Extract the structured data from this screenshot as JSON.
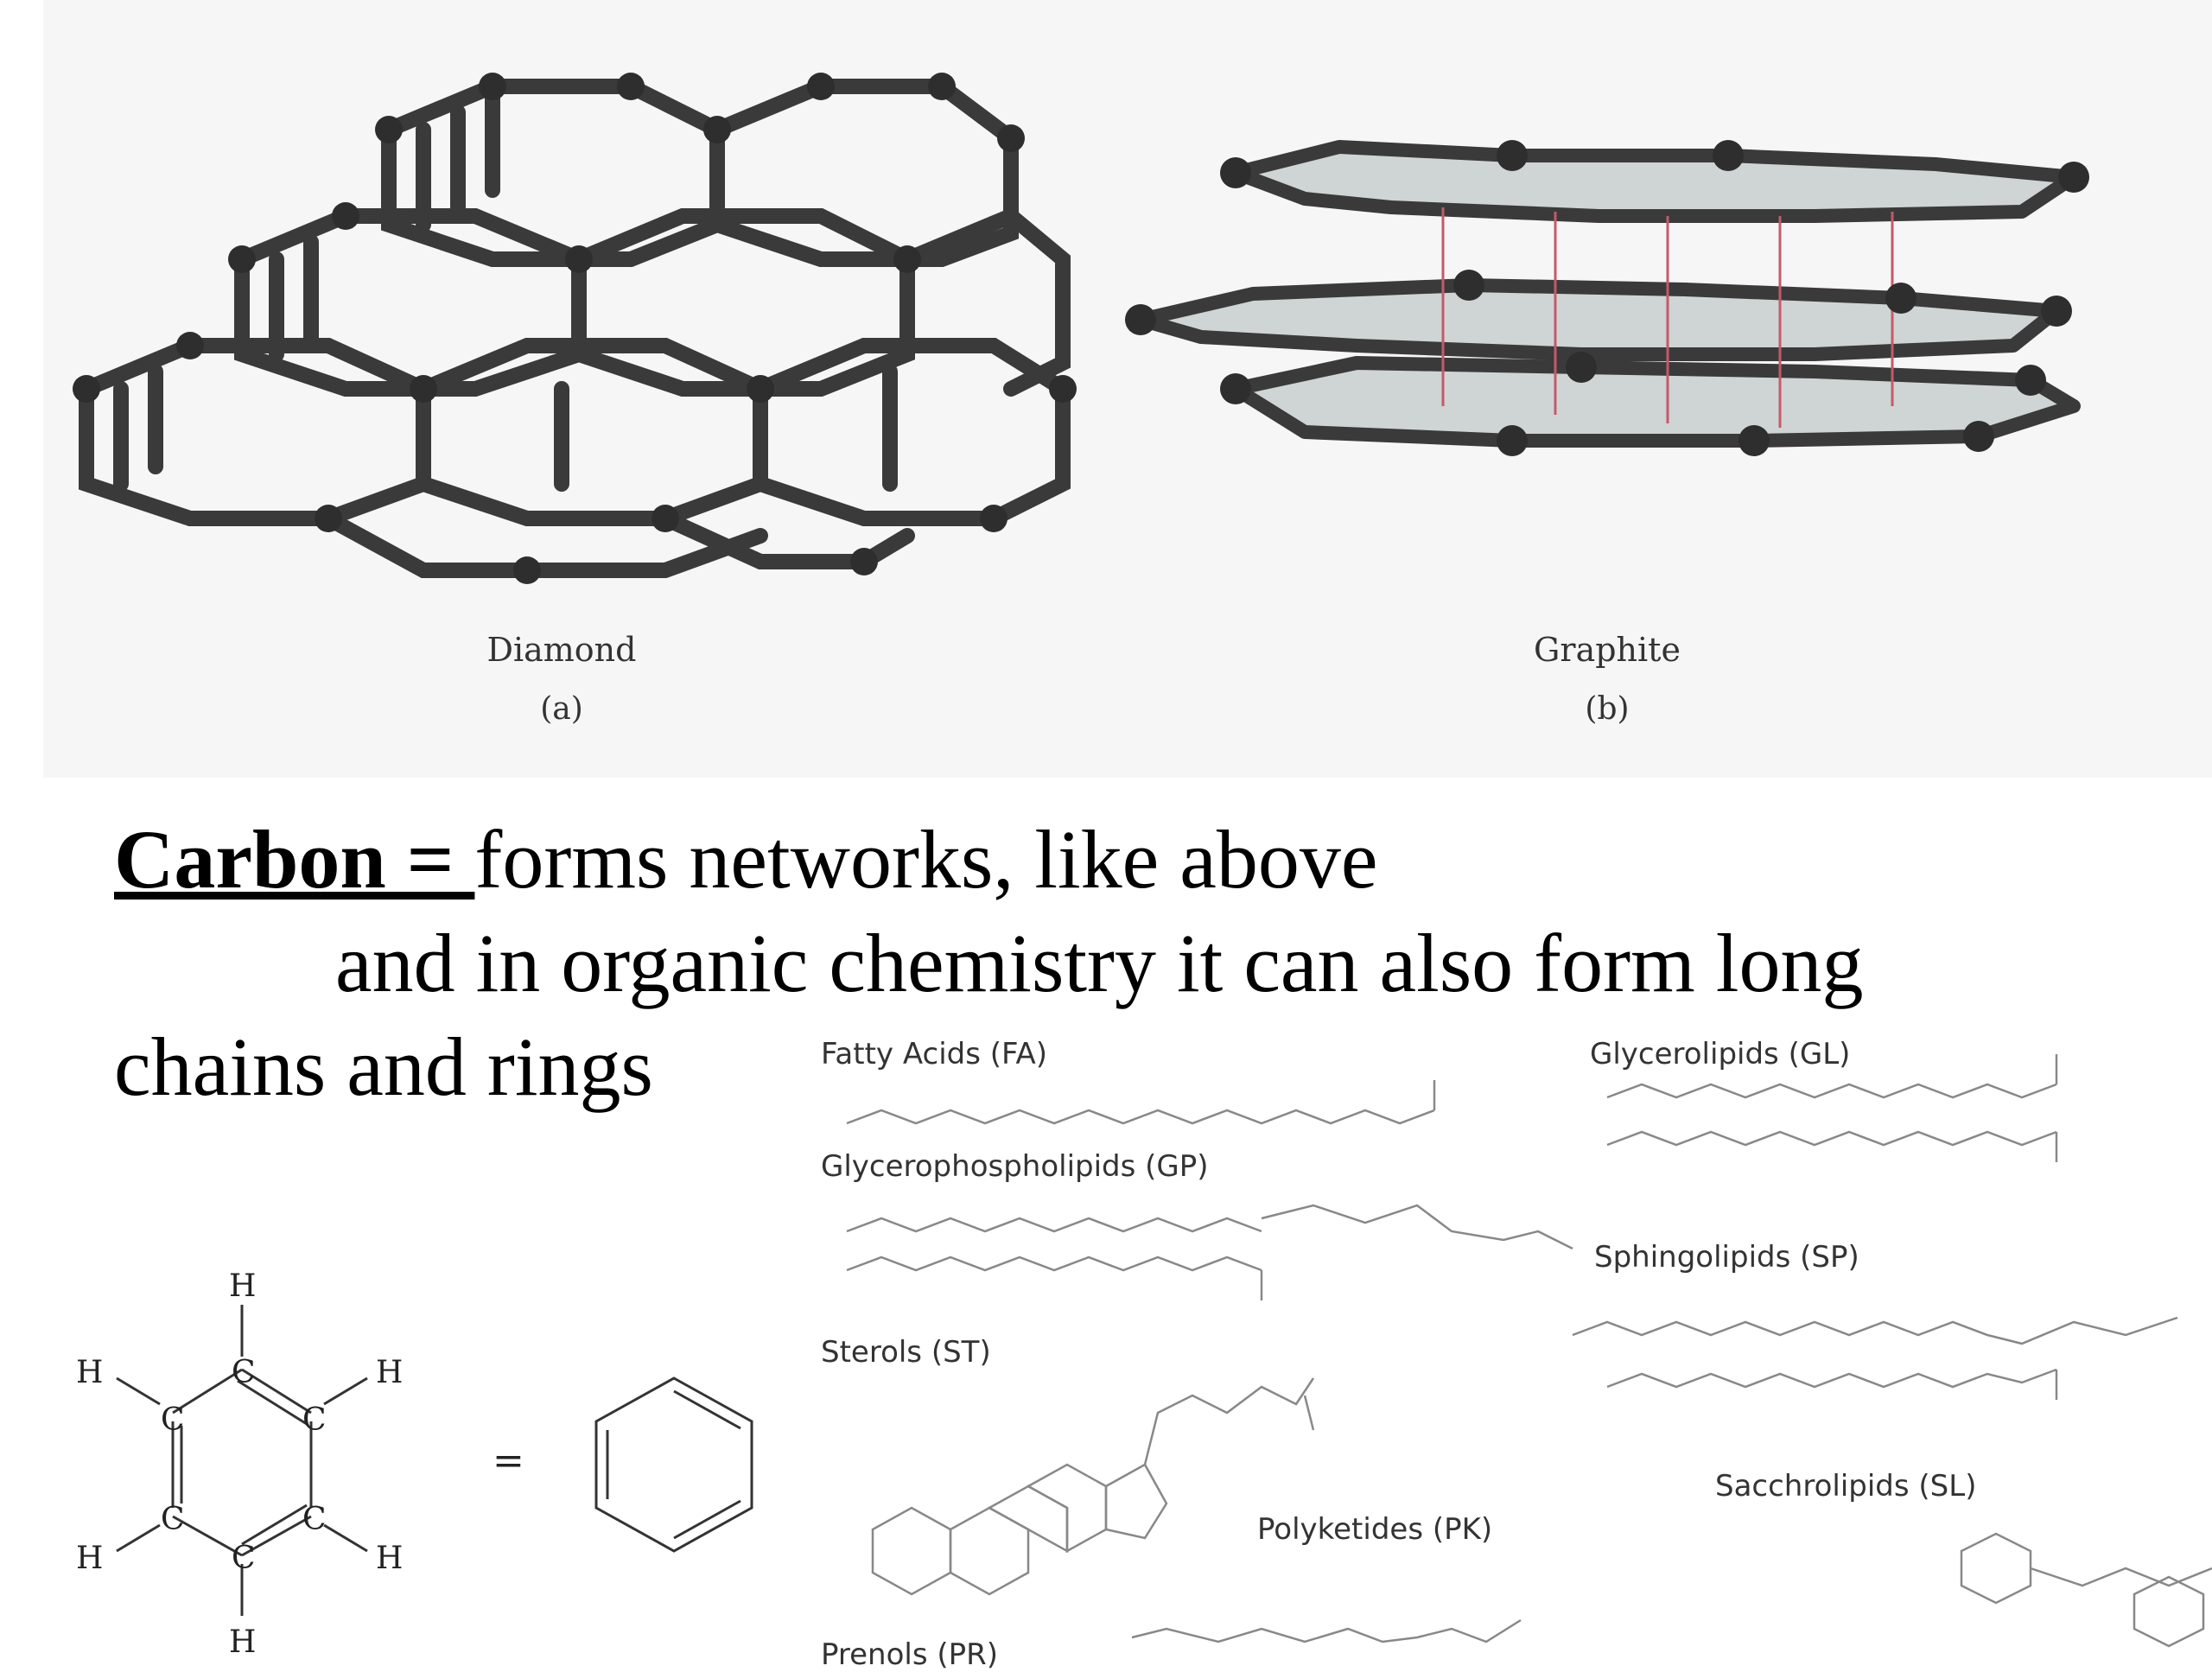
{
  "figure": {
    "diamond_label": "Diamond",
    "diamond_sub": "(a)",
    "graphite_label": "Graphite",
    "graphite_sub": "(b)"
  },
  "text": {
    "heading": "Carbon = ",
    "line1_rest": "forms networks, like above",
    "line2": "and in organic chemistry it can also form long",
    "line3": "chains and rings"
  },
  "benzene": {
    "atom_h": "H",
    "atom_c": "C",
    "equals": "="
  },
  "lipids": {
    "fa": "Fatty Acids (FA)",
    "gl": "Glycerolipids (GL)",
    "gp": "Glycerophospholipids (GP)",
    "sp": "Sphingolipids (SP)",
    "st": "Sterols (ST)",
    "sl": "Sacchrolipids (SL)",
    "pk": "Polyketides (PK)",
    "pr": "Prenols (PR)"
  }
}
